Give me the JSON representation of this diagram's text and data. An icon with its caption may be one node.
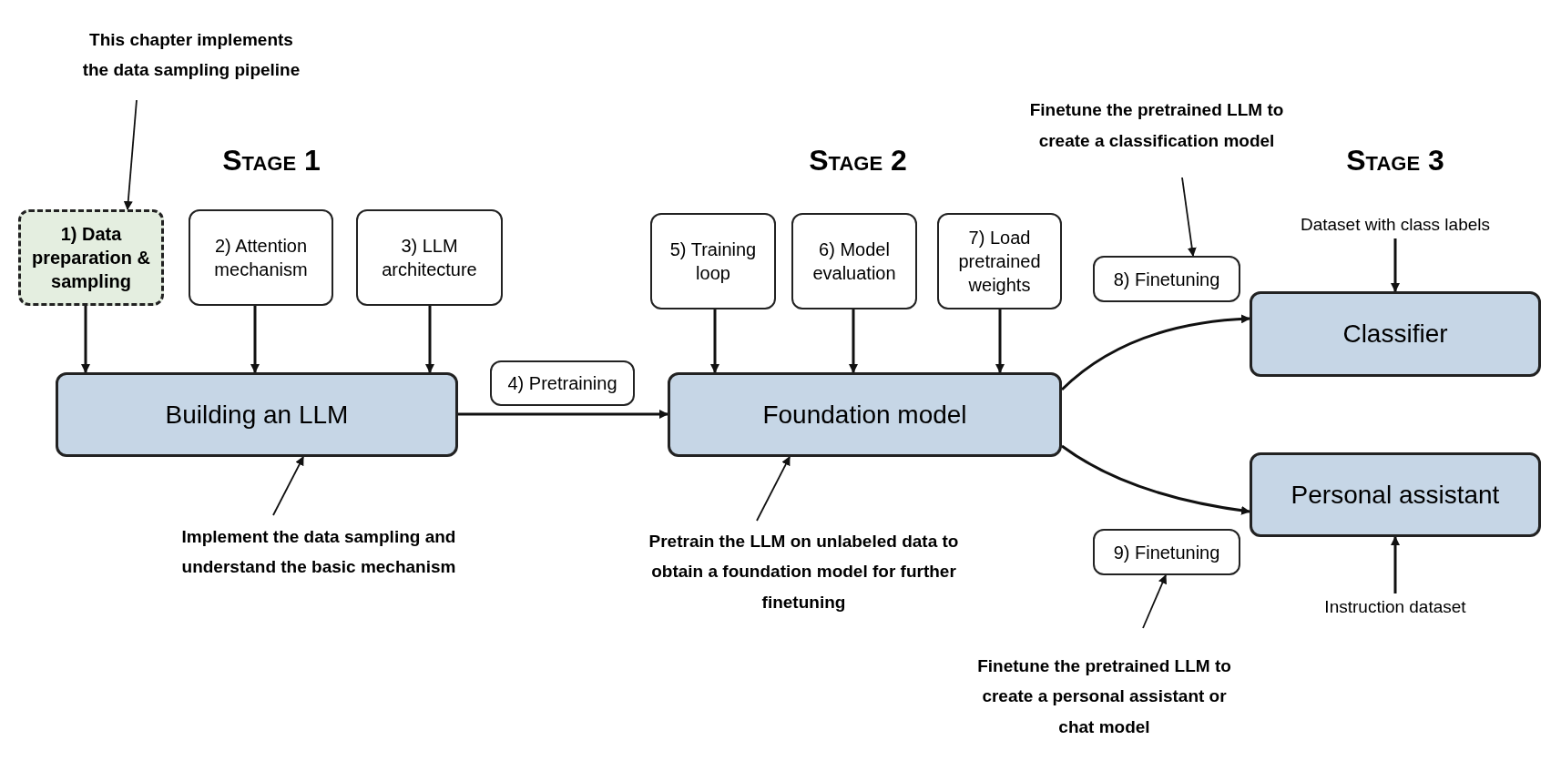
{
  "diagram": {
    "nodes": [
      {
        "text": [
          "This chapter implements the data sampling pipeline"
        ]
      },
      {
        "text": [
          "1) Data preparation & sampling"
        ]
      },
      {
        "text": [
          "2) Attention mechanism"
        ]
      },
      {
        "text": [
          "3) LLM architecture"
        ]
      },
      {
        "text": [
          "Building an LLM"
        ]
      },
      {
        "text": [
          "4) Pretraining"
        ]
      },
      {
        "text": [
          "5) Training loop"
        ]
      },
      {
        "text": [
          "6) Model evaluation"
        ]
      },
      {
        "text": [
          "7) Load pretrained weights"
        ]
      },
      {
        "text": [
          "Foundation model"
        ]
      },
      {
        "text": [
          "Finetune the pretrained LLM to create a classification model"
        ]
      },
      {
        "text": [
          "8) Finetuning"
        ]
      },
      {
        "text": [
          "Dataset with class labels"
        ]
      },
      {
        "text": [
          "Classifier"
        ]
      },
      {
        "text": [
          "Personal assistant"
        ]
      },
      {
        "text": [
          "9) Finetuning"
        ]
      },
      {
        "text": [
          "Instruction dataset"
        ]
      },
      {
        "text": [
          "Implement the data sampling and understand the basic mechanism"
        ]
      },
      {
        "text": [
          "Pretrain the LLM on unlabeled data to obtain a foundation model for further finetuning"
        ]
      },
      {
        "text": [
          "Finetune the pretrained LLM to create a personal assistant or chat model"
        ]
      }
    ],
    "edges": [
      {
        "from": 0,
        "to": 1,
        "arrow": "to"
      },
      {
        "from": 1,
        "to": 4,
        "arrow": "to"
      },
      {
        "from": 2,
        "to": 4,
        "arrow": "to"
      },
      {
        "from": 3,
        "to": 4,
        "arrow": "to"
      },
      {
        "from": 4,
        "to": 9,
        "arrow": "to"
      },
      {
        "from": 6,
        "to": 9,
        "arrow": "to"
      },
      {
        "from": 7,
        "to": 9,
        "arrow": "to"
      },
      {
        "from": 8,
        "to": 9,
        "arrow": "to"
      },
      {
        "from": 9,
        "to": 13,
        "arrow": "to"
      },
      {
        "from": 9,
        "to": 14,
        "arrow": "to"
      },
      {
        "from": 10,
        "to": 11,
        "arrow": "to"
      },
      {
        "from": 12,
        "to": 13,
        "arrow": "to"
      },
      {
        "from": 16,
        "to": 14,
        "arrow": "to"
      },
      {
        "from": 17,
        "to": 4,
        "arrow": "to"
      },
      {
        "from": 18,
        "to": 9,
        "arrow": "to"
      },
      {
        "from": 19,
        "to": 15,
        "arrow": "to"
      }
    ],
    "labels": [
      "Stage 1",
      "Stage 2",
      "Stage 3"
    ]
  }
}
